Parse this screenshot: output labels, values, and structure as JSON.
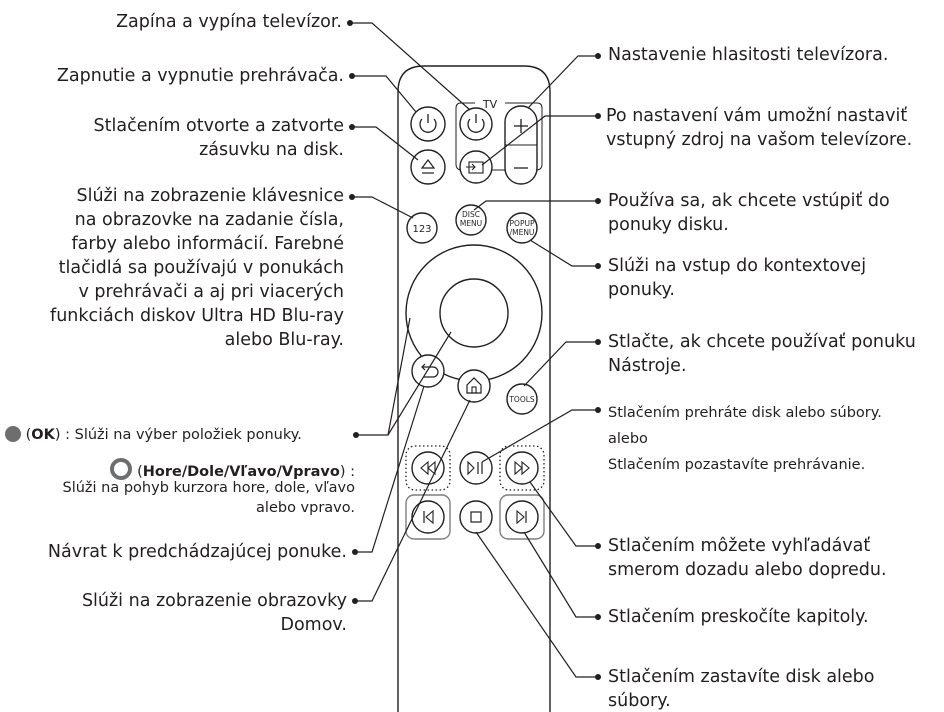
{
  "remote": {
    "tv_label": "TV",
    "btn_123": "123",
    "btn_disc_menu": [
      "DISC",
      "MENU"
    ],
    "btn_popup_menu": [
      "POPUP",
      "/MENU"
    ],
    "btn_tools": "TOOLS"
  },
  "labels": {
    "tv_power": "Zapína a vypína televízor.",
    "player_power": "Zapnutie a vypnutie prehrávača.",
    "eject": [
      "Stlačením otvorte a zatvorte",
      "zásuvku na disk."
    ],
    "num_123": [
      "Slúži na zobrazenie klávesnice",
      "na obrazovke na zadanie čísla,",
      "farby alebo informácií. Farebné",
      "tlačidlá sa používajú v ponukách",
      "v prehrávači a aj pri viacerých",
      "funkciách diskov Ultra HD Blu-ray",
      "alebo Blu-ray."
    ],
    "ok_key": "OK",
    "ok_desc": " : Slúži na výber položiek ponuky.",
    "dir_key": "Hore/Dole/Vľavo/Vpravo",
    "dir_desc": "Slúži na pohyb kurzora hore, dole, vľavo",
    "dir_desc2": "alebo vpravo.",
    "back": "Návrat k predchádzajúcej ponuke.",
    "home": [
      "Slúži na zobrazenie obrazovky",
      "Domov."
    ],
    "volume": "Nastavenie hlasitosti televízora.",
    "source": [
      " Po nastavení vám umožní nastaviť",
      "vstupný zdroj na vašom televízore."
    ],
    "disc_menu": [
      "Používa sa, ak chcete vstúpiť do",
      "ponuky disku."
    ],
    "popup_menu": [
      "Slúži na vstup do kontextovej",
      "ponuky."
    ],
    "tools": [
      "Stlačte, ak chcete používať ponuku",
      "Nástroje."
    ],
    "play_pause": [
      "Stlačením prehráte disk alebo súbory.",
      "alebo",
      "Stlačením pozastavíte prehrávanie."
    ],
    "search": [
      "Stlačením môžete vyhľadávať",
      "smerom dozadu alebo dopredu."
    ],
    "skip": "Stlačením preskočíte kapitoly.",
    "stop": [
      "Stlačením zastavíte disk alebo",
      "súbory."
    ]
  }
}
